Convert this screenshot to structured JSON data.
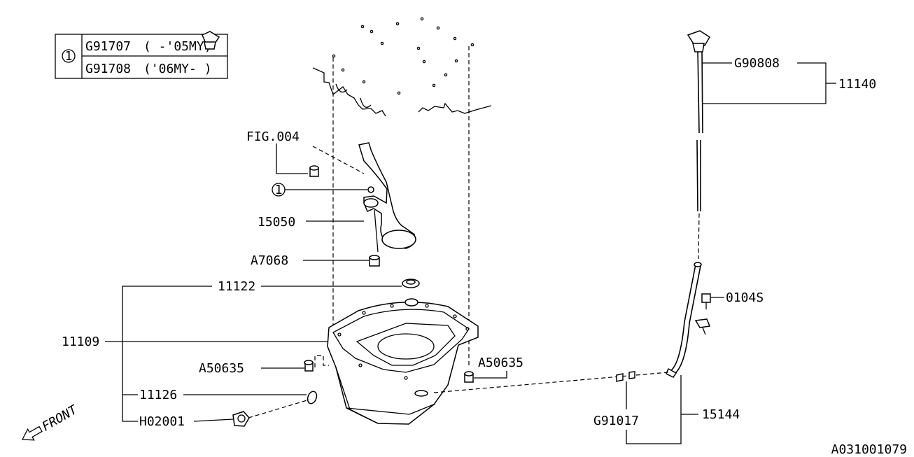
{
  "legend": {
    "symbol": "1",
    "rows": [
      {
        "part": "G91707",
        "range": "( -'05MY)"
      },
      {
        "part": "G91708",
        "range": "('06MY- )"
      }
    ]
  },
  "callouts": {
    "fig_ref": "FIG.004",
    "ref_symbol": "1",
    "c15050": "15050",
    "cA7068": "A7068",
    "c11122": "11122",
    "c11109": "11109",
    "cA50635_left": "A50635",
    "cA50635_right": "A50635",
    "c11126": "11126",
    "cH02001": "H02001",
    "cG90808": "G90808",
    "c11140": "11140",
    "c0104S": "0104S",
    "cG91017": "G91017",
    "c15144": "15144"
  },
  "front_label": "FRONT",
  "figure_id": "A031001079"
}
